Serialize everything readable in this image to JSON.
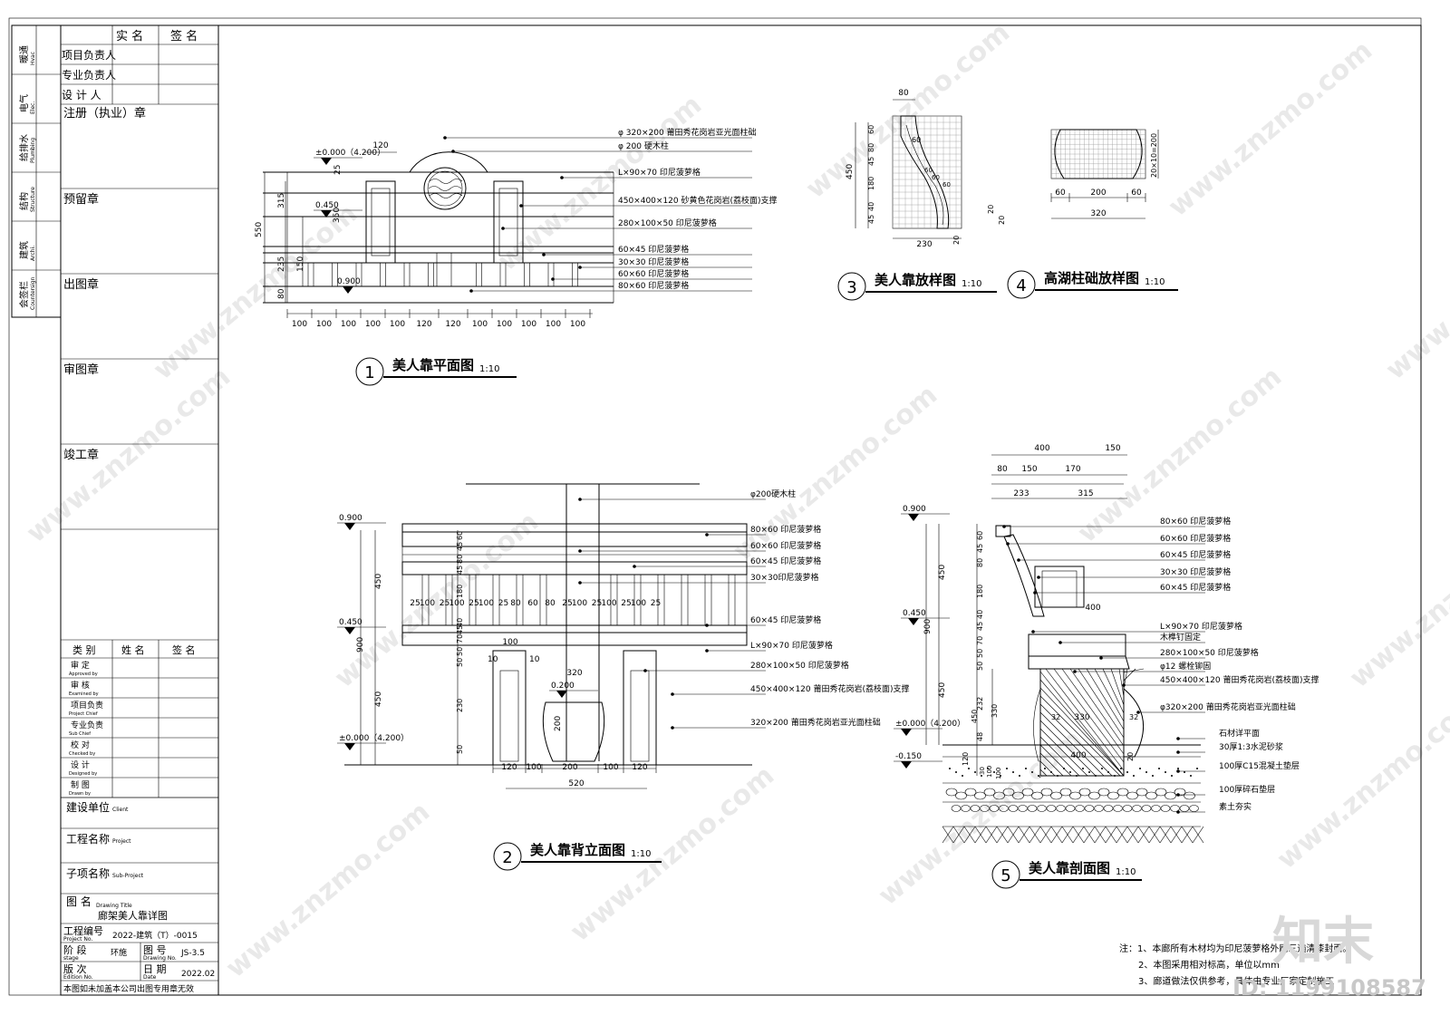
{
  "left_strip": [
    {
      "cn": "暖通",
      "en": "Hvac"
    },
    {
      "cn": "电气",
      "en": "Elec."
    },
    {
      "cn": "给排水",
      "en": "Plumbing"
    },
    {
      "cn": "结构",
      "en": "Structure"
    },
    {
      "cn": "建筑",
      "en": "Archi."
    },
    {
      "cn": "会签栏",
      "en": "Countersign"
    }
  ],
  "signoff_top": {
    "col_name": "实 名",
    "col_sign": "签 名",
    "rows": [
      "项目负责人",
      "专业负责人",
      "设 计 人"
    ]
  },
  "stamps": [
    "注册（执业）章",
    "预留章",
    "出图章",
    "审图章",
    "竣工章"
  ],
  "approvals": {
    "headers": [
      "类 别",
      "姓 名",
      "签 名"
    ],
    "rows": [
      {
        "cn": "审 定",
        "en": "Approved by"
      },
      {
        "cn": "审 核",
        "en": "Examined by"
      },
      {
        "cn": "项目负责",
        "en": "Project Chief"
      },
      {
        "cn": "专业负责",
        "en": "Sub Chief"
      },
      {
        "cn": "校 对",
        "en": "Checked by"
      },
      {
        "cn": "设 计",
        "en": "Designed by"
      },
      {
        "cn": "制 图",
        "en": "Drawn by"
      }
    ]
  },
  "project_info": {
    "client_cn": "建设单位",
    "client_en": "Client",
    "project_cn": "工程名称",
    "project_en": "Project",
    "sub_cn": "子项名称",
    "sub_en": "Sub-Project",
    "title_cn": "图 名",
    "title_en": "Drawing Title",
    "drawing_title": "廊架美人靠详图",
    "no_cn": "工程编号",
    "no_en": "Project No.",
    "no_value": "2022-建筑（T）-0015",
    "stage_cn": "阶 段",
    "stage_en": "stage",
    "stage_value": "环施",
    "dwg_cn": "图 号",
    "dwg_en": "Drawing No.",
    "dwg_value": "JS-3.5",
    "ed_cn": "版 次",
    "ed_en": "Edition No.",
    "date_cn": "日 期",
    "date_en": "Date",
    "date_value": "2022.02",
    "footer": "本图如未加盖本公司出图专用章无效"
  },
  "views": {
    "v1": {
      "num": "1",
      "title": "美人靠平面图",
      "scale": "1:10"
    },
    "v2": {
      "num": "2",
      "title": "美人靠背立面图",
      "scale": "1:10"
    },
    "v3": {
      "num": "3",
      "title": "美人靠放样图",
      "scale": "1:10"
    },
    "v4": {
      "num": "4",
      "title": "高湖柱础放样图",
      "scale": "1:10"
    },
    "v5": {
      "num": "5",
      "title": "美人靠剖面图",
      "scale": "1:10"
    }
  },
  "plan_labels": [
    "φ 320×200 莆田秀花岗岩亚光面柱础",
    "φ 200 硬木柱",
    "L×90×70 印尼菠萝格",
    "450×400×120 砂黄色花岗岩(荔枝面)支撑",
    "280×100×50 印尼菠萝格",
    "60×45 印尼菠萝格",
    "30×30 印尼菠萝格",
    "60×60 印尼菠萝格",
    "80×60 印尼菠萝格"
  ],
  "plan_levels": [
    "±0.000（4.200）",
    "0.450",
    "0.900"
  ],
  "plan_dims_bottom": [
    "100",
    "100",
    "100",
    "100",
    "100",
    "120",
    "120",
    "100",
    "100",
    "100",
    "100",
    "100"
  ],
  "plan_dims_left": [
    "550",
    "315",
    "350",
    "235",
    "150",
    "80",
    "25"
  ],
  "plan_dim_top": "120",
  "elev_labels": [
    "φ200硬木柱",
    "80×60 印尼菠萝格",
    "60×60 印尼菠萝格",
    "60×45 印尼菠萝格",
    "30×30印尼菠萝格",
    "60×45 印尼菠萝格",
    "L×90×70 印尼菠萝格",
    "280×100×50 印尼菠萝格",
    "450×400×120 莆田秀花岗岩(荔枝面)支撑",
    "320×200 莆田秀花岗岩亚光面柱础"
  ],
  "elev_levels": [
    "0.900",
    "0.450",
    "±0.000（4.200）",
    "0.200"
  ],
  "elev_dims_left": [
    "450",
    "900",
    "450",
    "60",
    "45",
    "80",
    "45",
    "180",
    "40",
    "45",
    "70",
    "50",
    "50",
    "230",
    "50"
  ],
  "elev_dims_row": [
    "25",
    "100",
    "25",
    "100",
    "25",
    "100",
    "25",
    "80",
    "60",
    "80",
    "25",
    "100",
    "25",
    "100",
    "25",
    "100",
    "25"
  ],
  "elev_dims_bottom": [
    "120",
    "100",
    "200",
    "100",
    "120"
  ],
  "elev_dim_total": "520",
  "elev_dims_misc": [
    "100",
    "10",
    "10",
    "320",
    "200"
  ],
  "v3_dims": [
    "80",
    "60",
    "80",
    "45",
    "180",
    "40",
    "45",
    "450",
    "60",
    "60",
    "60",
    "60",
    "230",
    "20",
    "20",
    "20"
  ],
  "v4_dims": [
    "60",
    "200",
    "60",
    "320",
    "20×10=200"
  ],
  "sec_dims_top": [
    "400",
    "150",
    "80",
    "150",
    "170",
    "233",
    "315"
  ],
  "sec_labels": [
    "80×60 印尼菠萝格",
    "60×60 印尼菠萝格",
    "60×45 印尼菠萝格",
    "30×30 印尼菠萝格",
    "60×45 印尼菠萝格",
    "L×90×70 印尼菠萝格",
    "木榫钉固定",
    "280×100×50 印尼菠萝格",
    "φ12 螺栓铆固",
    "450×400×120 莆田秀花岗岩(荔枝面)支撑",
    "φ320×200 莆田秀花岗岩亚光面柱础",
    "石材详平面",
    "30厚1:3水泥砂浆",
    "100厚C15混凝土垫层",
    "100厚碎石垫层",
    "素土夯实"
  ],
  "sec_levels": [
    "0.900",
    "0.450",
    "±0.000（4.200）",
    "-0.150"
  ],
  "sec_dims_left": [
    "450",
    "900",
    "450",
    "60",
    "45",
    "80",
    "180",
    "40",
    "45",
    "70",
    "50",
    "50",
    "232",
    "48",
    "330",
    "450",
    "120",
    "30",
    "100",
    "100"
  ],
  "sec_dims_inner": [
    "400",
    "330",
    "32",
    "32",
    "400",
    "20"
  ],
  "notes": [
    "注：1、本廊所有木材均为印尼菠萝格外刷三遍清漆封面。",
    "2、本图采用相对标高，单位以mm",
    "3、廊道做法仅供参考，具体由专业厂家定制施工"
  ],
  "watermark": "www.znzmo.com",
  "logo": "知末",
  "id_text": "ID: 1199108587"
}
